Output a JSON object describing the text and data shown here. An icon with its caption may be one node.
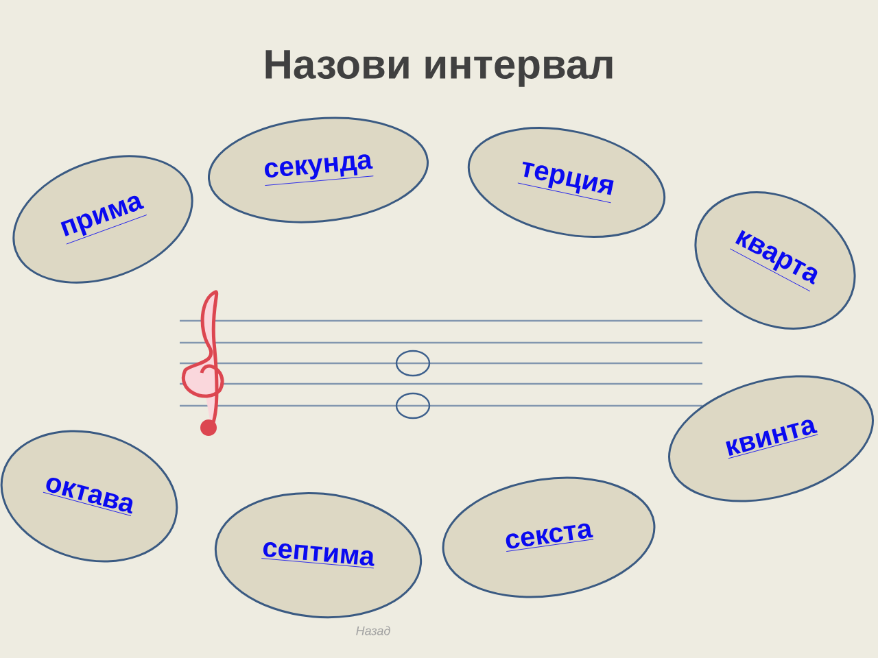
{
  "diagram": {
    "title": "Назови интервал",
    "nodes": [
      {
        "text": [
          "прима"
        ]
      },
      {
        "text": [
          "секунда"
        ]
      },
      {
        "text": [
          "терция"
        ]
      },
      {
        "text": [
          "кварта"
        ]
      },
      {
        "text": [
          "октава"
        ]
      },
      {
        "text": [
          "септима"
        ]
      },
      {
        "text": [
          "секста"
        ]
      },
      {
        "text": [
          "квинта"
        ]
      }
    ],
    "labels": [
      "Назад"
    ]
  }
}
